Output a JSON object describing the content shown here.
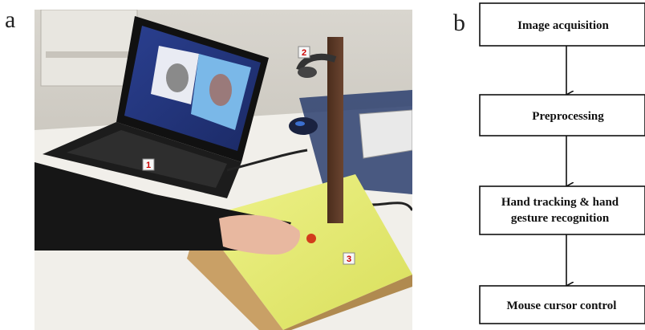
{
  "panels": {
    "a": {
      "letter": "a"
    },
    "b": {
      "letter": "b"
    }
  },
  "photo": {
    "markers": [
      "1",
      "2",
      "3"
    ]
  },
  "flowchart": {
    "steps": [
      {
        "lines": [
          "Image acquisition"
        ]
      },
      {
        "lines": [
          "Preprocessing"
        ]
      },
      {
        "lines": [
          "Hand tracking & hand",
          "gesture recognition"
        ]
      },
      {
        "lines": [
          "Mouse cursor control"
        ]
      }
    ]
  }
}
